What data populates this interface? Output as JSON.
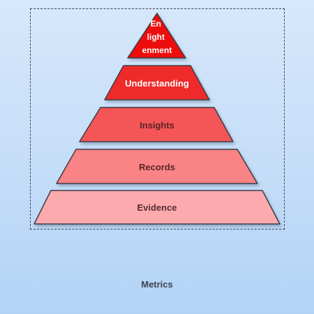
{
  "diagram": {
    "tiers": [
      {
        "id": "apex",
        "lines": [
          "En",
          "light",
          "enment"
        ],
        "fill": "#ee0a0a",
        "text_color": "#ffffff"
      },
      {
        "id": "understanding",
        "lines": [
          "Understanding"
        ],
        "fill": "#ee2c2c",
        "text_color": "#ffffff"
      },
      {
        "id": "insights",
        "lines": [
          "Insights"
        ],
        "fill": "#f45456",
        "text_color": "#5a2424"
      },
      {
        "id": "records",
        "lines": [
          "Records"
        ],
        "fill": "#f98385",
        "text_color": "#5a2626"
      },
      {
        "id": "evidence",
        "lines": [
          "Evidence"
        ],
        "fill": "#fdaaae",
        "text_color": "#5a2b2e"
      }
    ],
    "outline_color": "#3c3c46",
    "shadow_color": "#6c7f98"
  },
  "footer": {
    "caption": "Metrics"
  }
}
